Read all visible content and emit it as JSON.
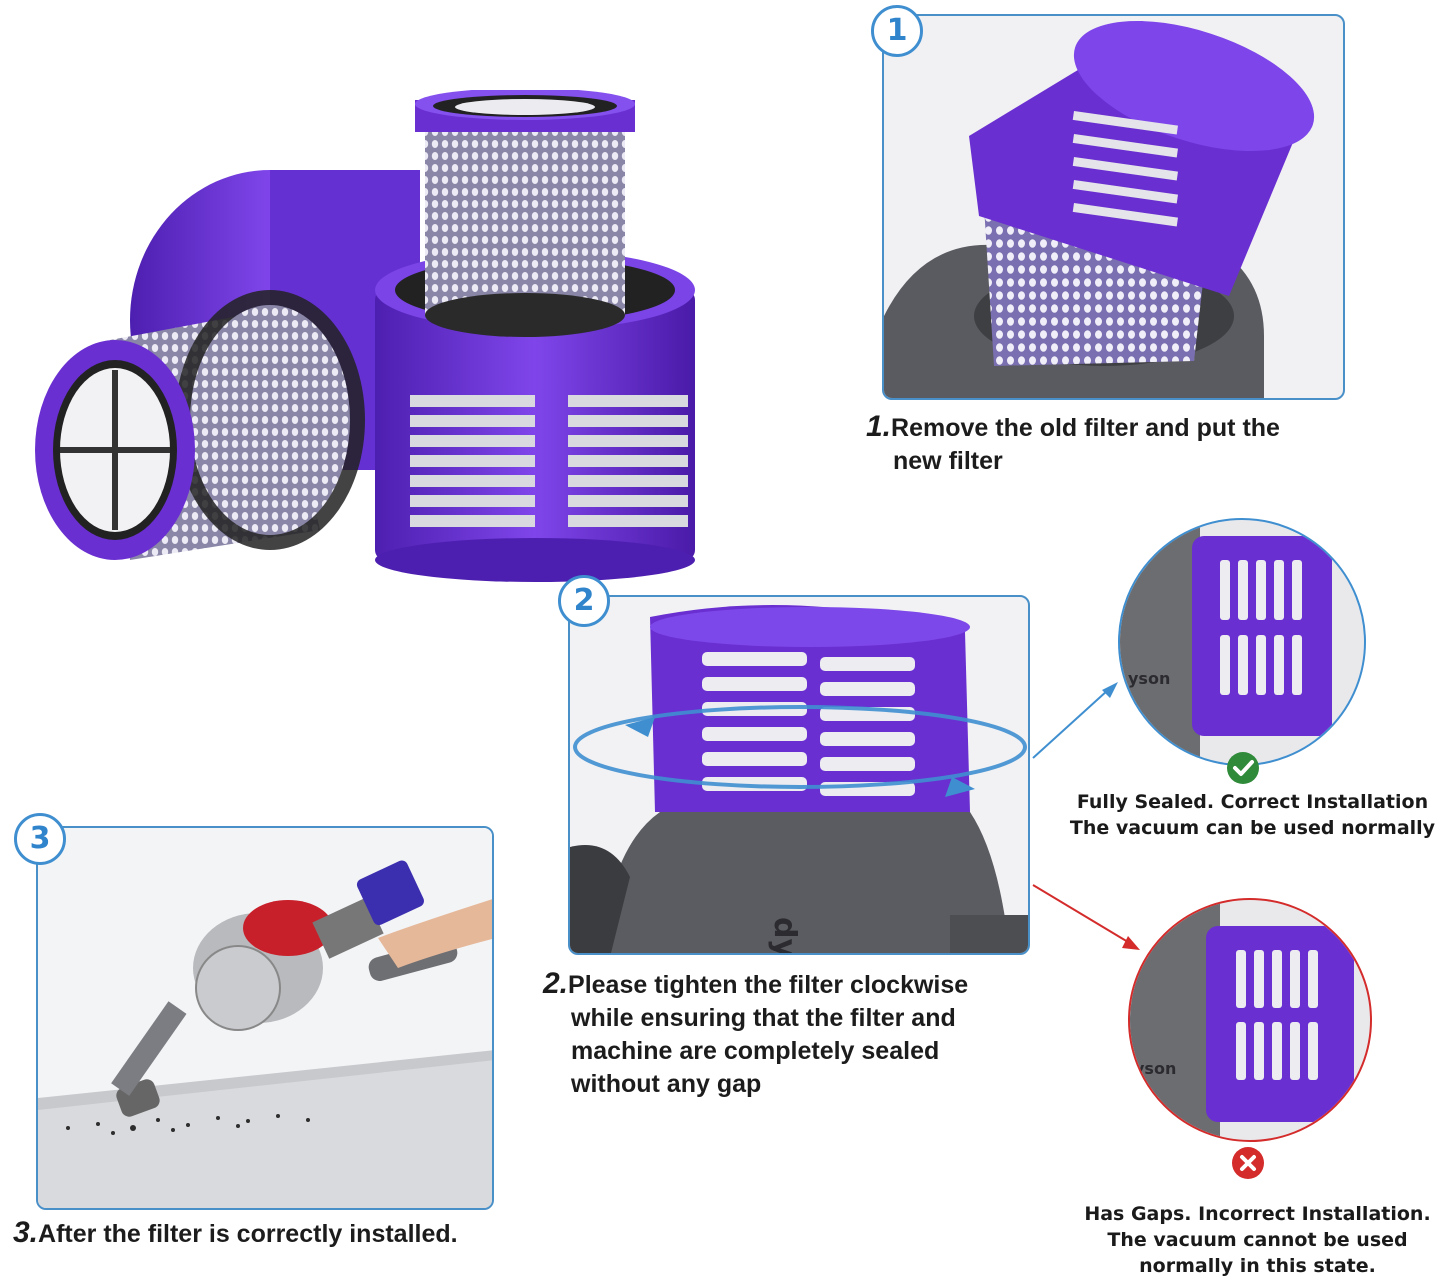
{
  "steps": [
    {
      "badge": "1",
      "num": "1.",
      "line1": "Remove the old filter and put the",
      "line2": "new filter"
    },
    {
      "badge": "2",
      "num": "2.",
      "line1": "Please tighten the filter clockwise",
      "line2": "while ensuring that the filter and",
      "line3": "machine are completely sealed",
      "line4": "without any gap"
    },
    {
      "badge": "3",
      "num": "3.",
      "line1": "After the filter is correctly installed."
    }
  ],
  "correct": {
    "line1": "Fully Sealed. Correct Installation",
    "line2": "The vacuum can be used normally",
    "brand": "yson",
    "icon": "checkmark-icon",
    "color": "#2f8a3a"
  },
  "incorrect": {
    "line1": "Has Gaps. Incorrect Installation.",
    "line2": "The vacuum cannot be used",
    "line3": "normally in this state.",
    "brand": "yson",
    "icon": "cross-icon",
    "color": "#d42b2b"
  },
  "panel2_brand": "dyson",
  "colors": {
    "purple": "#6a2fd0",
    "accent_blue": "#3f8fd0",
    "grey": "#5e5f63"
  }
}
